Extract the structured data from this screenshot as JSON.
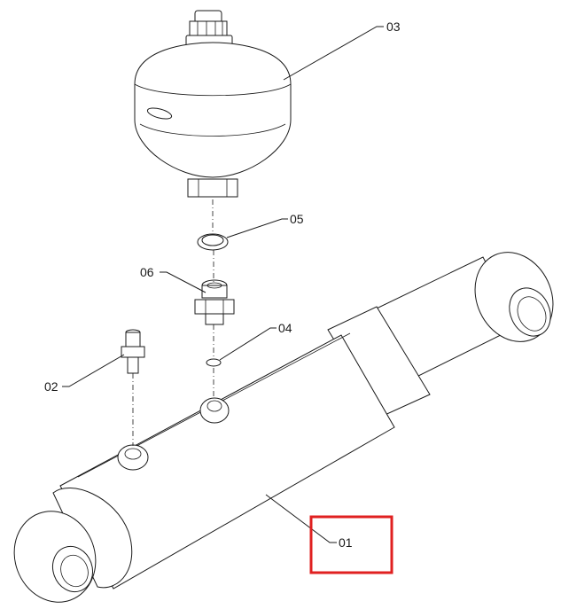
{
  "diagram": {
    "callouts": {
      "c01": "01",
      "c02": "02",
      "c03": "03",
      "c04": "04",
      "c05": "05",
      "c06": "06"
    },
    "highlight_color": "#e02020",
    "line_color": "#1a1a1a"
  }
}
